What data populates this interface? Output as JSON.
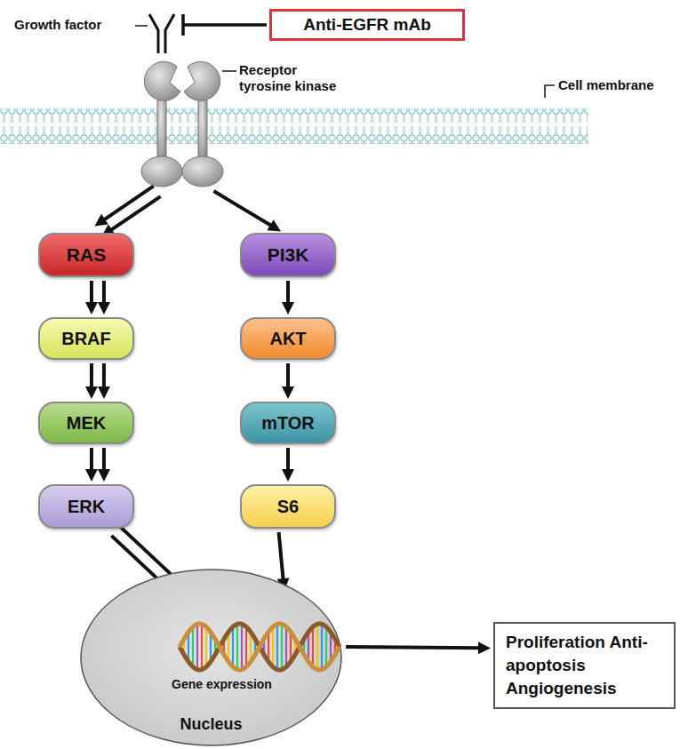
{
  "diagram": {
    "nodes": [
      {
        "text": [
          "Anti-EGFR mAb"
        ]
      },
      {
        "text": [
          "Receptor tyrosine kinase"
        ]
      },
      {
        "text": [
          "RAS"
        ]
      },
      {
        "text": [
          "PI3K"
        ]
      },
      {
        "text": [
          "BRAF"
        ]
      },
      {
        "text": [
          "AKT"
        ]
      },
      {
        "text": [
          "MEK"
        ]
      },
      {
        "text": [
          "mTOR"
        ]
      },
      {
        "text": [
          "ERK"
        ]
      },
      {
        "text": [
          "S6"
        ]
      },
      {
        "text": [
          "Gene expression",
          "Nucleus"
        ]
      },
      {
        "text": [
          "Proliferation Anti-apoptosis Angiogenesis"
        ]
      }
    ],
    "edges": [
      {
        "from": 1,
        "to": 2,
        "arrow": "to"
      },
      {
        "from": 1,
        "to": 3,
        "arrow": "to"
      },
      {
        "from": 2,
        "to": 4,
        "arrow": "to"
      },
      {
        "from": 4,
        "to": 6,
        "arrow": "to"
      },
      {
        "from": 6,
        "to": 8,
        "arrow": "to"
      },
      {
        "from": 3,
        "to": 5,
        "arrow": "to"
      },
      {
        "from": 5,
        "to": 7,
        "arrow": "to"
      },
      {
        "from": 7,
        "to": 9,
        "arrow": "to"
      },
      {
        "from": 8,
        "to": 10,
        "arrow": "to"
      },
      {
        "from": 9,
        "to": 10,
        "arrow": "to"
      },
      {
        "from": 10,
        "to": 11,
        "arrow": "to"
      }
    ],
    "labels": [
      "Growth factor",
      "Cell membrane"
    ]
  }
}
